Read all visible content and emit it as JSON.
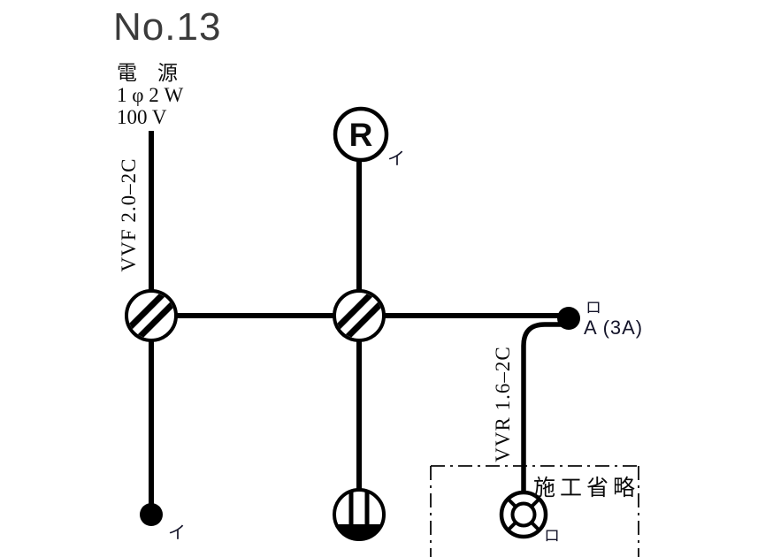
{
  "header": {
    "title": "No.13"
  },
  "power_source": {
    "name": "電　源",
    "phase": "1 φ 2 W",
    "voltage": "100 V"
  },
  "cables": {
    "vvf": "VVF 2.0–2C",
    "vvr": "VVR 1.6–2C"
  },
  "devices": {
    "lamp_receptacle": {
      "symbol": "R",
      "label": "イ"
    },
    "switch": {
      "label": "イ"
    },
    "automatic_switch": {
      "label": "ロ",
      "rating": "A (3A)"
    },
    "outdoor_light": {
      "label": "ロ"
    },
    "construction_omitted": {
      "label": "施工省略"
    }
  },
  "colors": {
    "wire": "#000000",
    "title_text": "#3b3b3b",
    "diagram_text": "#0b0b0b"
  }
}
